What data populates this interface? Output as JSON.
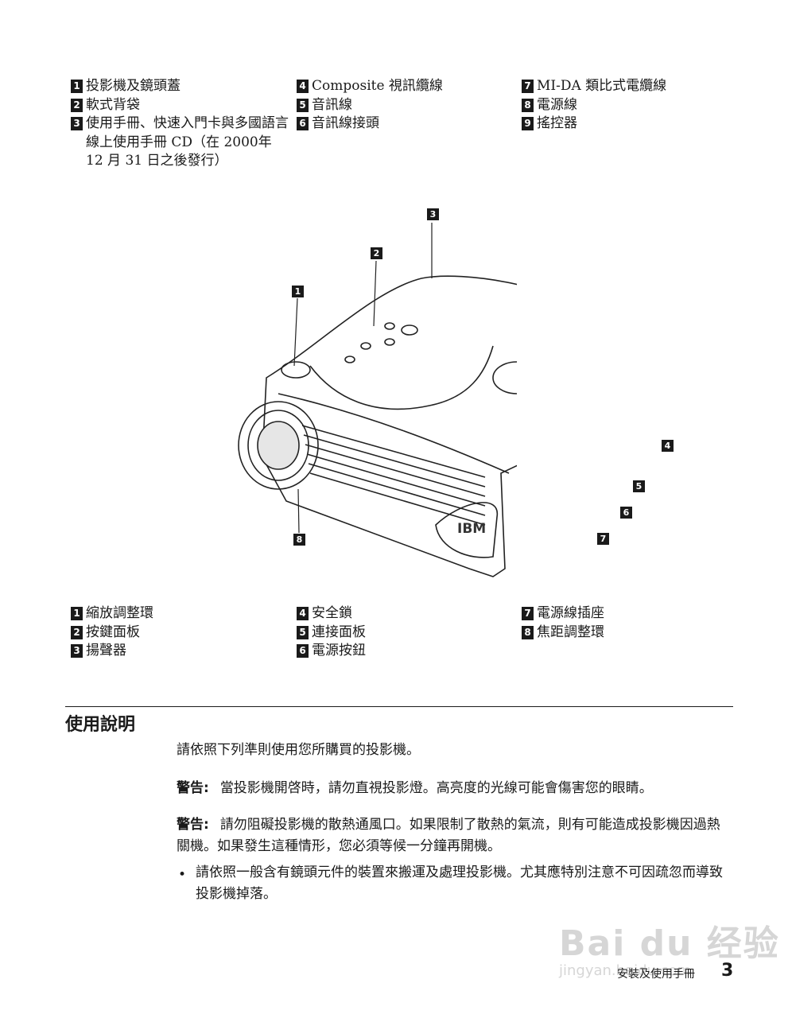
{
  "contents_list": {
    "col1": [
      {
        "num": "1",
        "text": "投影機及鏡頭蓋"
      },
      {
        "num": "2",
        "text": "軟式背袋"
      },
      {
        "num": "3",
        "text": "使用手冊、快速入門卡與多國語言線上使用手冊 CD（在 2000年 12 月 31 日之後發行）"
      }
    ],
    "col2": [
      {
        "num": "4",
        "text": "Composite 視訊纜線"
      },
      {
        "num": "5",
        "text": "音訊線"
      },
      {
        "num": "6",
        "text": "音訊線接頭"
      }
    ],
    "col3": [
      {
        "num": "7",
        "text": "MI-DA 類比式電纜線"
      },
      {
        "num": "8",
        "text": "電源線"
      },
      {
        "num": "9",
        "text": "搖控器"
      }
    ]
  },
  "diagram": {
    "callouts": [
      "1",
      "2",
      "3",
      "4",
      "5",
      "6",
      "7",
      "8"
    ],
    "brand_logo_text": "IBM"
  },
  "parts_list": {
    "col1": [
      {
        "num": "1",
        "text": "縮放調整環"
      },
      {
        "num": "2",
        "text": "按鍵面板"
      },
      {
        "num": "3",
        "text": "揚聲器"
      }
    ],
    "col2": [
      {
        "num": "4",
        "text": "安全鎖"
      },
      {
        "num": "5",
        "text": "連接面板"
      },
      {
        "num": "6",
        "text": "電源按鈕"
      }
    ],
    "col3": [
      {
        "num": "7",
        "text": "電源線插座"
      },
      {
        "num": "8",
        "text": "焦距調整環"
      }
    ]
  },
  "usage": {
    "title": "使用說明",
    "intro": "請依照下列準則使用您所購買的投影機。",
    "warnings": [
      {
        "label": "警告:",
        "text": "當投影機開啓時，請勿直視投影燈。高亮度的光線可能會傷害您的眼睛。"
      },
      {
        "label": "警告:",
        "text": "請勿阻礙投影機的散熱通風口。如果限制了散熱的氣流，則有可能造成投影機因過熱關機。如果發生這種情形，您必須等候一分鐘再開機。"
      }
    ],
    "bullets": [
      "請依照一般含有鏡頭元件的裝置來搬運及處理投影機。尤其應特別注意不可因疏忽而導致投影機掉落。"
    ]
  },
  "footer": {
    "text": "安裝及使用手冊",
    "page": "3"
  },
  "watermark": {
    "brand": "Baidu经验",
    "url": "jingyan.baidu.com"
  }
}
